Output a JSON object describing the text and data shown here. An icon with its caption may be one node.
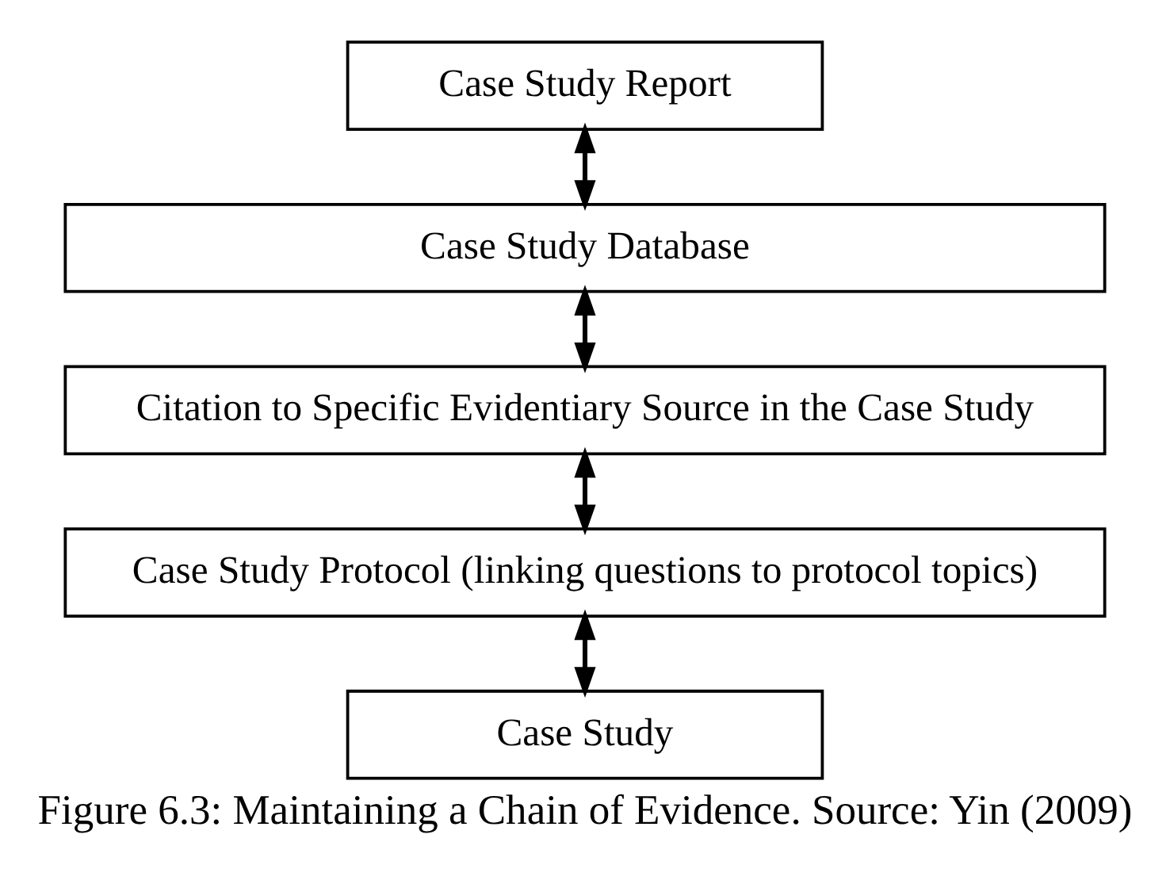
{
  "diagram": {
    "caption": "Figure 6.3: Maintaining a Chain of Evidence. Source: Yin (2009)",
    "nodes": [
      {
        "text": [
          "Case Study Report"
        ]
      },
      {
        "text": [
          "Case Study Database"
        ]
      },
      {
        "text": [
          "Citation to Specific Evidentiary Source in the Case Study"
        ]
      },
      {
        "text": [
          "Case Study Protocol (linking questions to protocol topics)"
        ]
      },
      {
        "text": [
          "Case Study"
        ]
      }
    ],
    "edges": [
      {
        "from": 0,
        "to": 1,
        "arrow": "both"
      },
      {
        "from": 1,
        "to": 2,
        "arrow": "both"
      },
      {
        "from": 2,
        "to": 3,
        "arrow": "both"
      },
      {
        "from": 3,
        "to": 4,
        "arrow": "both"
      }
    ]
  }
}
